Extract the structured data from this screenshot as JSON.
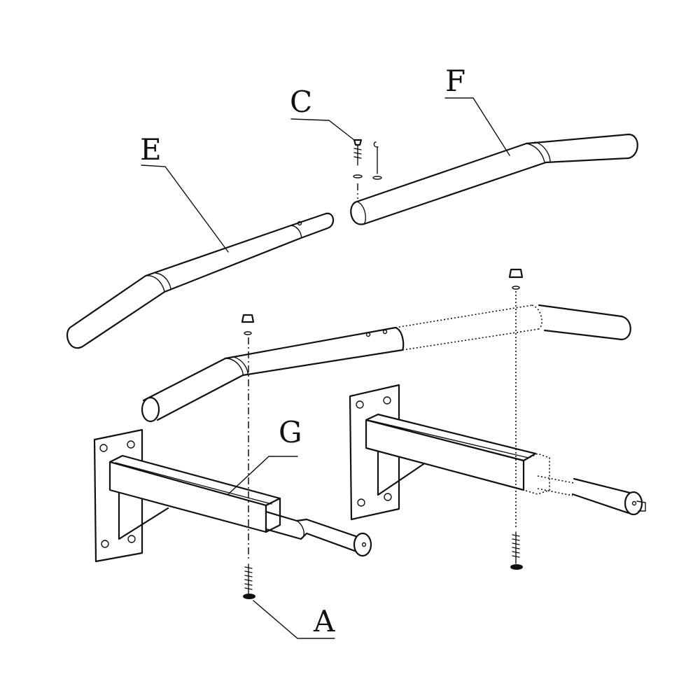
{
  "labels": {
    "A": "A",
    "C": "C",
    "E": "E",
    "F": "F",
    "G": "G"
  },
  "colors": {
    "ink": "#111111",
    "paper": "#ffffff"
  }
}
